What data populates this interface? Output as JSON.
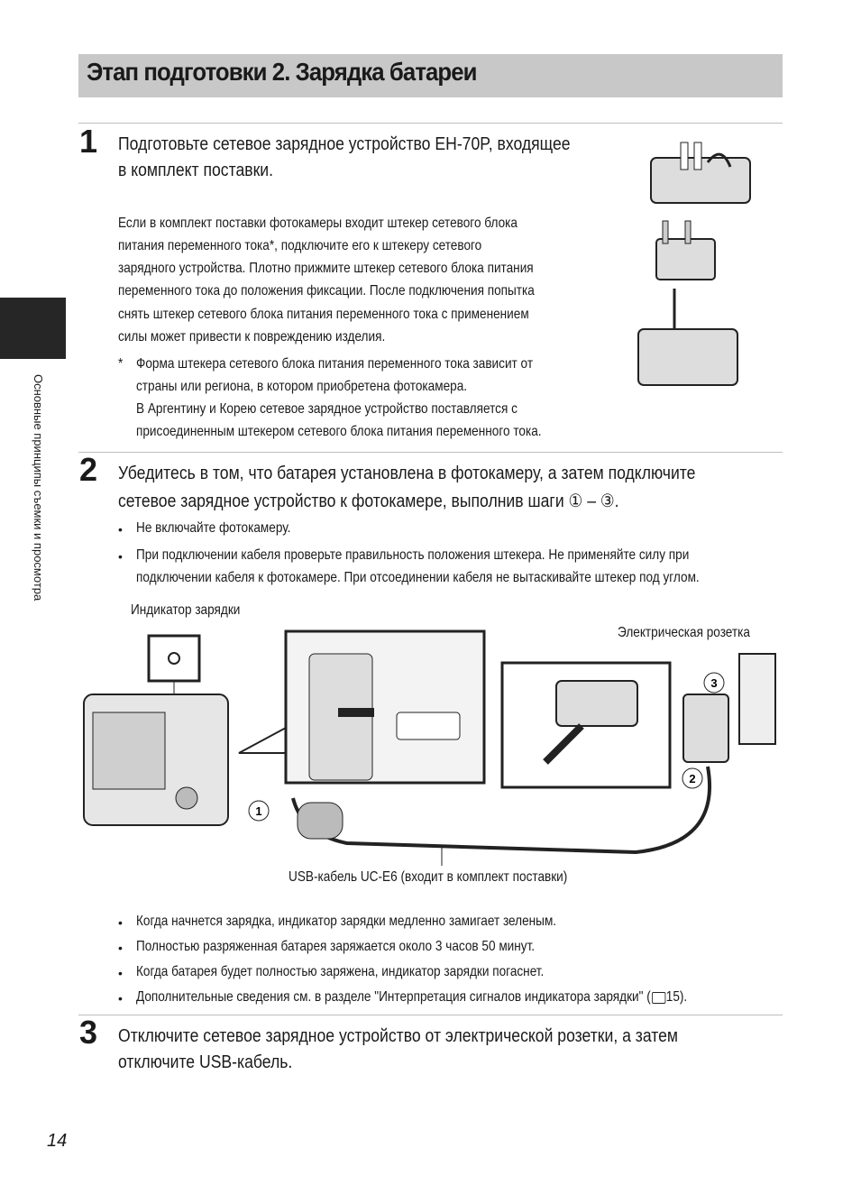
{
  "title": "Этап подготовки 2. Зарядка батареи",
  "side_label": "Основные принципы съемки и просмотра",
  "page_number": "14",
  "steps": [
    {
      "number": "1",
      "heading": [
        "Подготовьте сетевое зарядное устройство EH-70P, входящее",
        "в комплект поставки."
      ],
      "body": [
        "Если в комплект поставки фотокамеры входит штекер сетевого блока",
        "питания переменного тока*, подключите его к штекеру сетевого",
        "зарядного устройства. Плотно прижмите штекер сетевого блока питания",
        "переменного тока до положения фиксации. После подключения попытка",
        "снять штекер сетевого блока питания переменного тока с применением",
        "силы может привести к повреждению изделия."
      ],
      "footnote_mark": "*",
      "footnote": [
        "Форма штекера сетевого блока питания переменного тока зависит от",
        "страны или региона, в котором приобретена фотокамера.",
        "В Аргентину и Корею сетевое зарядное устройство поставляется с",
        "присоединенным штекером сетевого блока питания переменного тока."
      ]
    },
    {
      "number": "2",
      "heading": [
        "Убедитесь в том, что батарея установлена в фотокамеру, а затем подключите",
        "сетевое зарядное устройство к фотокамере, выполнив шаги ① – ③."
      ],
      "bullets": [
        "Не включайте фотокамеру.",
        "При подключении кабеля проверьте правильность положения штекера. Не применяйте силу при",
        "подключении кабеля к фотокамере. При отсоединении кабеля не вытаскивайте штекер под углом."
      ],
      "diagram": {
        "label_indicator": "Индикатор зарядки",
        "label_outlet": "Электрическая розетка",
        "label_cable": "USB-кабель UC-E6 (входит в комплект поставки)",
        "callouts": [
          "1",
          "2",
          "3"
        ]
      },
      "notes": [
        "Когда начнется зарядка, индикатор зарядки медленно замигает зеленым.",
        "Полностью разряженная батарея заряжается около 3 часов 50 минут.",
        "Когда батарея будет полностью заряжена, индикатор зарядки погаснет.",
        "Дополнительные сведения см. в разделе \"Интерпретация сигналов индикатора зарядки\" (",
        "15)."
      ]
    },
    {
      "number": "3",
      "heading": [
        "Отключите сетевое зарядное устройство от электрической розетки, а затем",
        "отключите USB-кабель."
      ]
    }
  ]
}
